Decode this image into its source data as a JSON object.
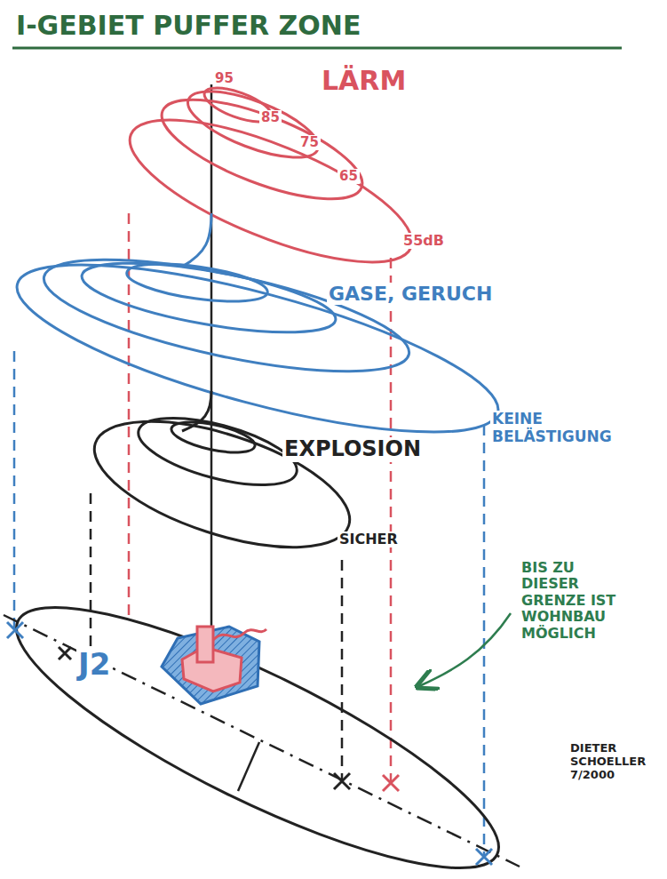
{
  "diagram": {
    "title": "I-GEBIET PUFFER ZONE",
    "labels": [
      "95",
      "85",
      "75",
      "65",
      "55dB",
      "LÄRM",
      "GASE, GERUCH",
      "KEINE BELÄSTIGUNG",
      "EXPLOSION",
      "SICHER",
      "J2",
      "BIS ZU DIESER GRENZE IST WOHNBAU MÖGLICH",
      "DIETER SCHOELLER 7/2000"
    ]
  }
}
